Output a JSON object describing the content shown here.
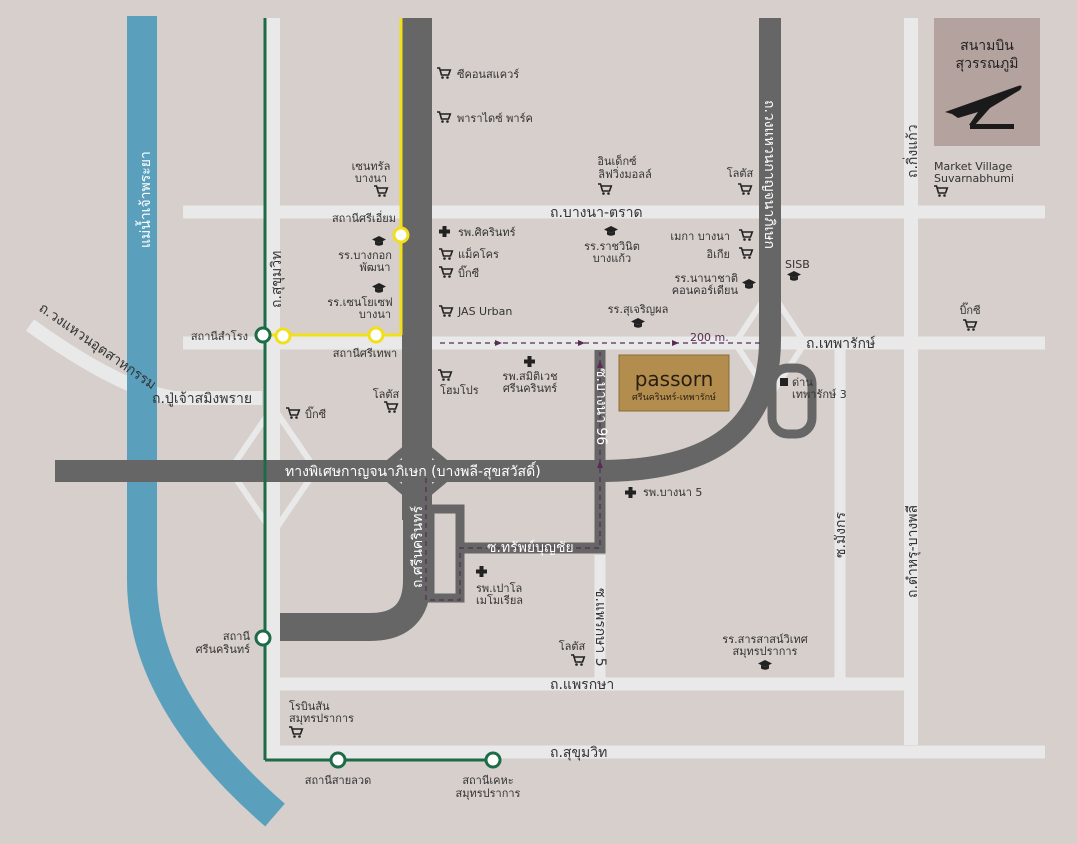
{
  "colors": {
    "background": "#d6cfcb",
    "road_light": "#e9e9ea",
    "road_dark": "#666666",
    "river": "#5aa0bd",
    "green_line": "#1d6b47",
    "yellow_line": "#f1df1a",
    "brand_gold": "#b28d4e",
    "airport_bg": "#b3a29d"
  },
  "airport": {
    "line1": "สนามบิน",
    "line2": "สุวรรณภูมิ"
  },
  "roads": {
    "river": "แม่น้ำเจ้าพระยา",
    "industrial_ring": "ถ.วงแหวนอุตสาหกรรม",
    "sukhumvit_v": "ถ.สุขุมวิท",
    "bangna_trat": "ถ.บางนา-ตราด",
    "kanchana_v": "ถ.วงแหวนกาญจนาภิเษก",
    "king_kaew": "ถ.กิ่งแก้ว",
    "theparak": "ถ.เทพารักษ์",
    "pu_chao": "ถ.ปู่เจ้าสมิงพราย",
    "expressway": "ทางพิเศษกาญจนาภิเษก (บางพลี-สุขสวัสดิ์)",
    "srinakarin": "ถ.ศรีนครินทร์",
    "soi_bangna_96": "ซ.บางนา 96",
    "soi_sapboonchai": "ซ.ทรัพย์บุญชัย",
    "soi_praeksa5": "ซ.แพรกษา 5",
    "soi_mangkorn": "ซ.มังกร",
    "tamru_bangplee": "ถ.ตำหรุ-บางพลี",
    "praeksa": "ถ.แพรกษา",
    "sukhumvit_h": "ถ.สุขุมวิท"
  },
  "distance_label": "200 m.",
  "project": {
    "name": "passorn",
    "subtitle": "ศรีนครินทร์-เทพารักษ์"
  },
  "stations": {
    "sri_iam": "สถานีศรีเอี่ยม",
    "samrong": "สถานีสำโรง",
    "sri_thepa": "สถานีศรีเทพา",
    "srinakarin_1": "สถานี",
    "srinakarin_2": "ศรีนครินทร์",
    "sailuat": "สถานีสายลวด",
    "kheha_1": "สถานีเคหะ",
    "kheha_2": "สมุทรปราการ"
  },
  "pois": {
    "seacon": "ซีคอนสแควร์",
    "paradise": "พาราไดซ์ พาร์ค",
    "central_1": "เซนทรัล",
    "central_2": "บางนา",
    "index_1": "อินเด็กซ์",
    "index_2": "ลิฟวิ่งมอลล์",
    "lotus_top": "โลตัส",
    "market_village_1": "Market Village",
    "market_village_2": "Suvarnabhumi",
    "sikarin": "รพ.ศิครินทร์",
    "makro": "แม็คโคร",
    "bigc_1": "บิ๊กซี",
    "bangkok_patana_1": "รร.บางกอก",
    "bangkok_patana_2": "พัฒนา",
    "rajavinit_1": "รร.ราชวินิต",
    "rajavinit_2": "บางแก้ว",
    "mega_bangna": "เมกา บางนา",
    "ikea": "อิเกีย",
    "sisb": "SISB",
    "concordian_1": "รร.นานาชาติ",
    "concordian_2": "คอนคอร์เดียน",
    "st_joseph_1": "รร.เซนโยเซฟ",
    "st_joseph_2": "บางนา",
    "jas_urban": "JAS Urban",
    "sucharoen": "รร.สุเจริญผล",
    "bigc_2": "บิ๊กซี",
    "samitivej_1": "รพ.สมิติเวช",
    "samitivej_2": "ศรีนครินทร์",
    "homepro": "โฮมโปร",
    "lotus_mid": "โลตัส",
    "bigc_3": "บิ๊กซี",
    "checkpoint_1": "ด่าน",
    "checkpoint_2": "เทพารักษ์ 3",
    "bangna5": "รพ.บางนา 5",
    "paolo_1": "รพ.เปาโล",
    "paolo_2": "เมโมเรียล",
    "lotus_bottom": "โลตัส",
    "sarasas_1": "รร.สารสาสน์วิเทศ",
    "sarasas_2": "สมุทรปราการ",
    "robinson_1": "โรบินสัน",
    "robinson_2": "สมุทรปราการ"
  }
}
